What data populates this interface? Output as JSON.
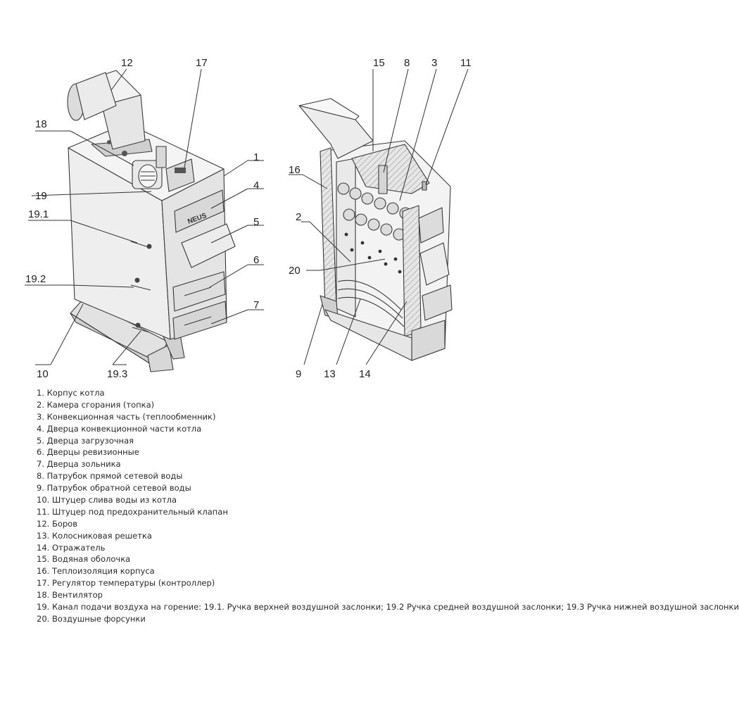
{
  "callouts": {
    "c1": "1",
    "c3": "3",
    "c4": "4",
    "c5": "5",
    "c6": "6",
    "c7": "7",
    "c8": "8",
    "c9": "9",
    "c10": "10",
    "c11": "11",
    "c12": "12",
    "c13": "13",
    "c14": "14",
    "c15": "15",
    "c16": "16",
    "c17": "17",
    "c18": "18",
    "c19": "19",
    "c19_1": "19.1",
    "c19_2": "19.2",
    "c19_3": "19.3",
    "c2": "2",
    "c20": "20"
  },
  "brand_mark": "NEUS",
  "legend": [
    "1. Корпус котла",
    "2. Камера сгорания (топка)",
    "3. Конвекционная часть (теплообменник)",
    "4. Дверца конвекционной части котла",
    "5. Дверца загрузочная",
    "6. Дверцы ревизионные",
    "7. Дверца зольника",
    "8. Патрубок прямой сетевой воды",
    "9. Патрубок обратной сетевой воды",
    "10. Штуцер слива воды из котла",
    "11. Штуцер под предохранительный клапан",
    "12. Боров",
    "13. Колосниковая решетка",
    "14. Отражатель",
    "15. Водяная оболочка",
    "16. Теплоизоляция корпуса",
    "17. Регулятор температуры (контроллер)",
    "18. Вентилятор",
    "19. Канал подачи воздуха на горение: 19.1. Ручка верхней воздушной заслонки; 19.2 Ручка средней воздушной заслонки; 19.3 Ручка нижней воздушной заслонки",
    "20. Воздушные форсунки"
  ]
}
